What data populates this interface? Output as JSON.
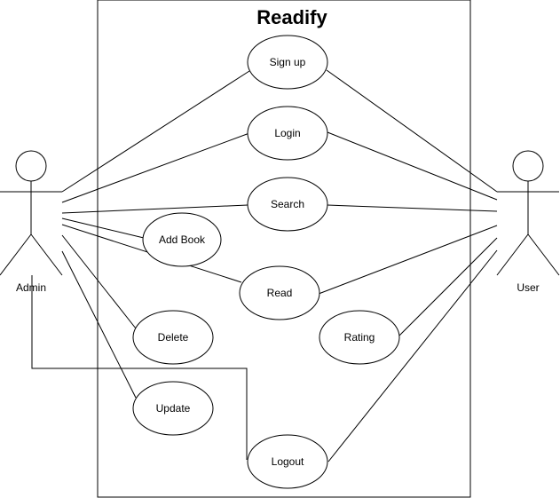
{
  "diagram": {
    "system_title": "Readify",
    "actors": {
      "admin": {
        "label": "Admin"
      },
      "user": {
        "label": "User"
      }
    },
    "use_cases": {
      "signup": "Sign up",
      "login": "Login",
      "search": "Search",
      "add_book": "Add Book",
      "read": "Read",
      "delete": "Delete",
      "rating": "Rating",
      "update": "Update",
      "logout": "Logout"
    }
  }
}
